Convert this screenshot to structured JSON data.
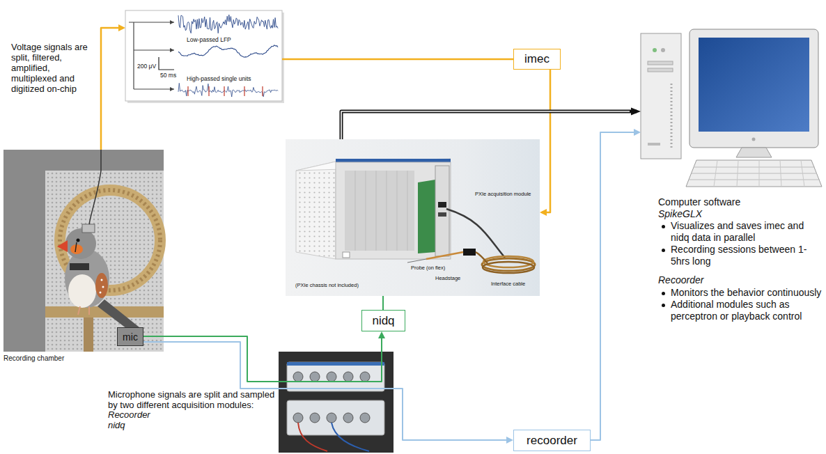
{
  "diagram": {
    "nodes": [
      {
        "text": [
          "Low-passed LFP",
          "200 μV",
          "50 ms",
          "High-passed single units"
        ]
      },
      {
        "text": [
          "imec"
        ]
      },
      {
        "text": [
          "Computer software",
          "SpikeGLX",
          "Visualizes and saves imec and nidq data in parallel",
          "Recording sessions between 1-5hrs long",
          "Recoorder",
          "Monitors the behavior continuously",
          "Additional modules such as perceptron or playback control"
        ]
      },
      {
        "text": [
          "PXIe acquisition module",
          "Probe (on flex)",
          "Headstage",
          "Interface cable",
          "(PXIe chassis not included)"
        ]
      },
      {
        "text": [
          "Recording chamber"
        ]
      },
      {
        "text": [
          "mic"
        ],
        "in": 4
      },
      {
        "text": [
          "nidq"
        ]
      },
      {
        "text": [
          "recoorder"
        ]
      }
    ],
    "edges": [
      {
        "from": 4,
        "to": 0,
        "arrow": "to"
      },
      {
        "from": 0,
        "to": 1,
        "arrow": "none"
      },
      {
        "from": 1,
        "to": 3,
        "arrow": "to"
      },
      {
        "from": 3,
        "to": 2,
        "arrow": "to"
      },
      {
        "from": 5,
        "to": 6,
        "arrow": "to"
      },
      {
        "from": 6,
        "to": 3,
        "arrow": "none"
      },
      {
        "from": 5,
        "to": 7,
        "arrow": "to"
      },
      {
        "from": 7,
        "to": 2,
        "arrow": "to"
      }
    ],
    "labels": [
      "Voltage signals are split, filtered, amplified, multiplexed and digitized on-chip",
      "Microphone signals are split and sampled by two different acquisition modules:",
      "Recoorder",
      "nidq"
    ]
  }
}
